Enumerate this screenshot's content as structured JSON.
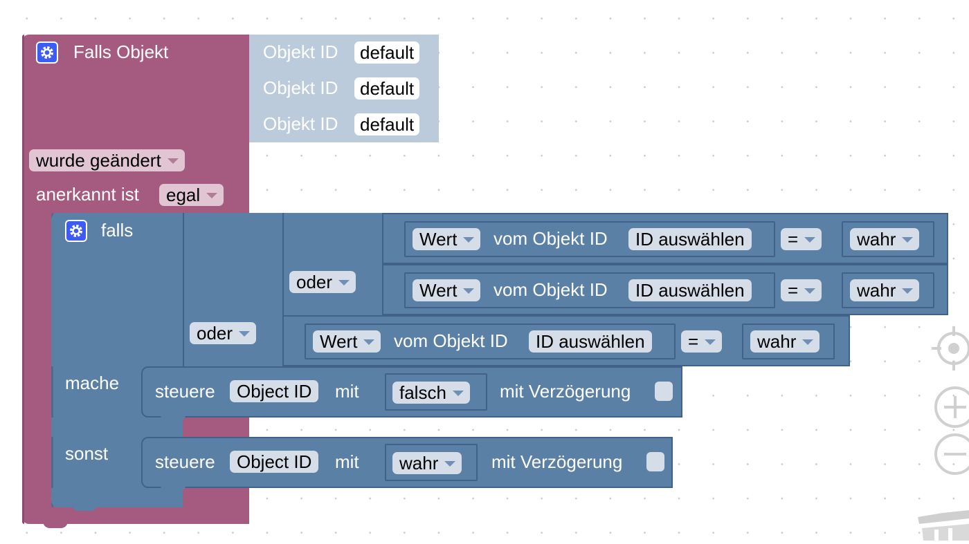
{
  "trigger_block": {
    "title": "Falls Objekt",
    "object_id_label": "Objekt ID",
    "object_ids": [
      "default",
      "default",
      "default"
    ],
    "changed_option": "wurde geändert",
    "acknowledged_label": "anerkannt ist",
    "acknowledged_option": "egal"
  },
  "if_block": {
    "if_label": "falls",
    "outer_or": "oder",
    "inner_or": "oder",
    "conditions": [
      {
        "value_option": "Wert",
        "object_label": "vom Objekt ID",
        "object_field": "ID auswählen",
        "operator": "=",
        "compare": "wahr"
      },
      {
        "value_option": "Wert",
        "object_label": "vom Objekt ID",
        "object_field": "ID auswählen",
        "operator": "=",
        "compare": "wahr"
      },
      {
        "value_option": "Wert",
        "object_label": "vom Objekt ID",
        "object_field": "ID auswählen",
        "operator": "=",
        "compare": "wahr"
      }
    ],
    "do_label": "mache",
    "else_label": "sonst",
    "do_action": {
      "label": "steuere",
      "object_field": "Object ID",
      "with_label": "mit",
      "value": "falsch",
      "delay_label": "mit Verzögerung"
    },
    "else_action": {
      "label": "steuere",
      "object_field": "Object ID",
      "with_label": "mit",
      "value": "wahr",
      "delay_label": "mit Verzögerung"
    }
  },
  "workspace_controls": {
    "center_icon": "crosshair-icon",
    "zoom_in_icon": "zoom-in-icon",
    "zoom_out_icon": "zoom-out-icon",
    "trash_icon": "trash-icon"
  },
  "colors": {
    "trigger_block": "#a55b80",
    "logic_block": "#5b80a5",
    "object_id_block": "#bccbdc",
    "gear": "#3c5cf5"
  }
}
